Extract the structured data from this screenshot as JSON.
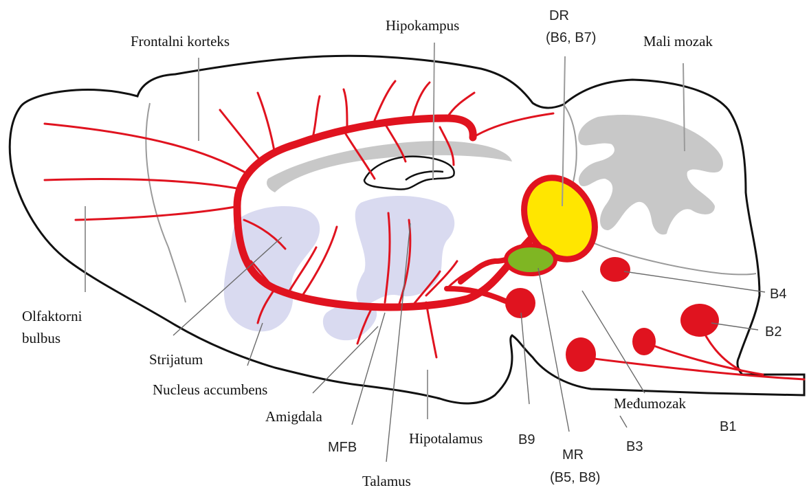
{
  "colors": {
    "fiber": "#e0131f",
    "dr_nucleus": "#ffe600",
    "mr_nucleus": "#7fb623",
    "region_shading": "#d9daf0",
    "gray_structures": "#c8c8c8",
    "outline": "#111111"
  },
  "labels": {
    "hipokampus": "Hipokampus",
    "frontalni_korteks": "Frontalni korteks",
    "dr_line1": "DR",
    "dr_line2": "(B6, B7)",
    "mali_mozak": "Mali mozak",
    "olfaktorni_line1": "Olfaktorni",
    "olfaktorni_line2": "bulbus",
    "strijatum": "Strijatum",
    "nucleus_accumbens": "Nucleus accumbens",
    "amigdala": "Amigdala",
    "mfb": "MFB",
    "talamus": "Talamus",
    "hipotalamus": "Hipotalamus",
    "b9": "B9",
    "mr_line1": "MR",
    "mr_line2": "(B5, B8)",
    "medjumozak": "Međumozak",
    "b3": "B3",
    "b1": "B1",
    "b2": "B2",
    "b4": "B4"
  }
}
